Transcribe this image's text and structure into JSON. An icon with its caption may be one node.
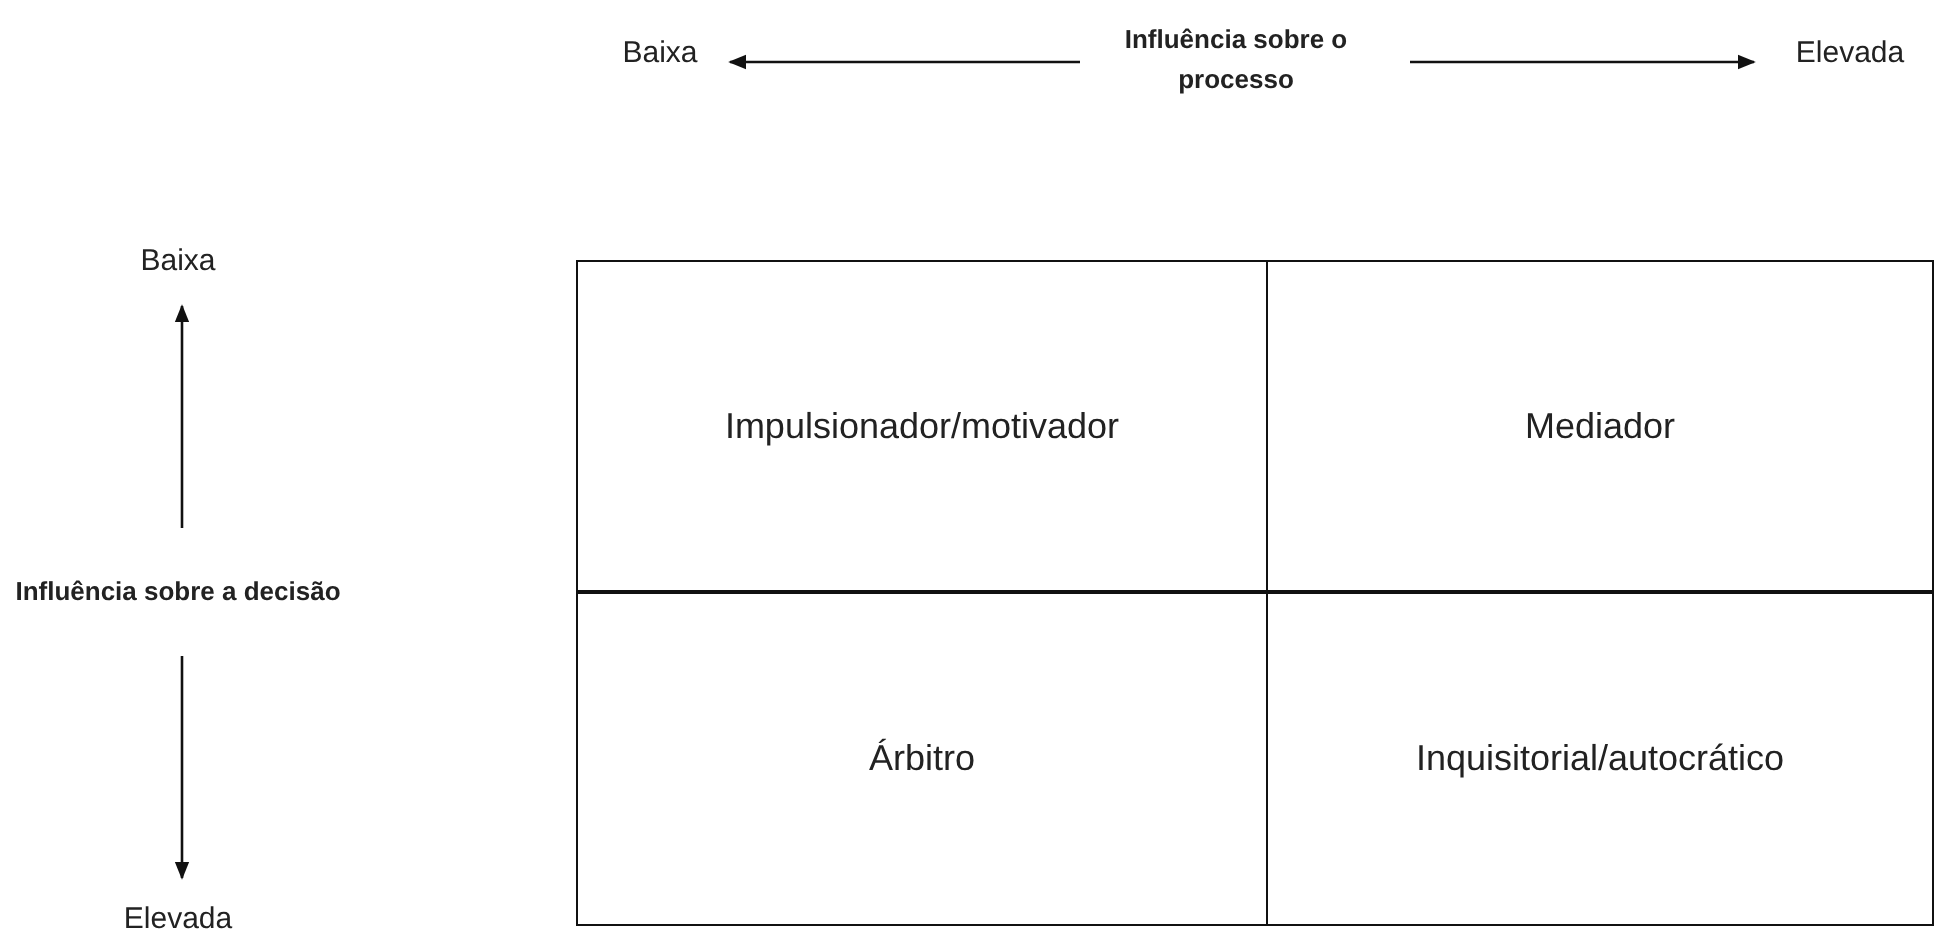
{
  "diagram": {
    "nodes": [
      {
        "text": [
          "Impulsionador/motivador"
        ]
      },
      {
        "text": [
          "Mediador"
        ]
      },
      {
        "text": [
          "Árbitro"
        ]
      },
      {
        "text": [
          "Inquisitorial/autocrático"
        ]
      }
    ],
    "labels": [
      "Baixa",
      "Influência sobre o processo",
      "Elevada",
      "Baixa",
      "Influência sobre a decisão",
      "Elevada"
    ]
  }
}
